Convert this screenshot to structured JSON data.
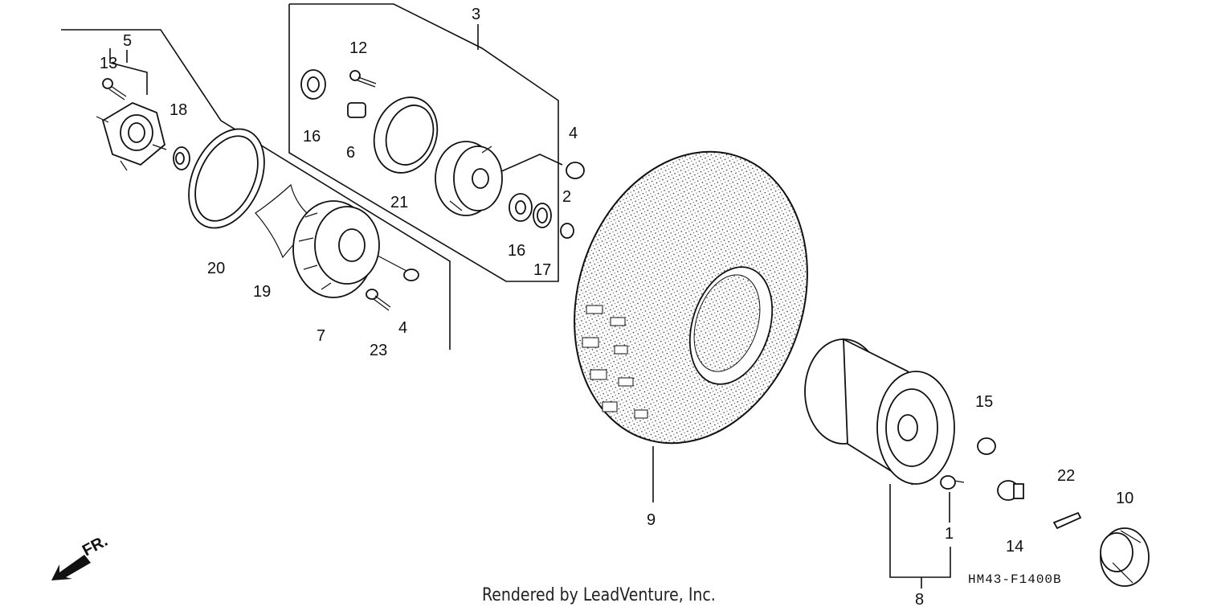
{
  "labels": {
    "p1": "1",
    "p2": "2",
    "p3": "3",
    "p4a": "4",
    "p4b": "4",
    "p5": "5",
    "p6": "6",
    "p7": "7",
    "p8": "8",
    "p9": "9",
    "p10": "10",
    "p12": "12",
    "p13": "13",
    "p14": "14",
    "p15": "15",
    "p16a": "16",
    "p16b": "16",
    "p17": "17",
    "p18": "18",
    "p19": "19",
    "p20": "20",
    "p21": "21",
    "p22": "22",
    "p23": "23"
  },
  "front_arrow": "FR.",
  "diagram_code": "HM43-F1400B",
  "credit": "Rendered by LeadVenture, Inc."
}
